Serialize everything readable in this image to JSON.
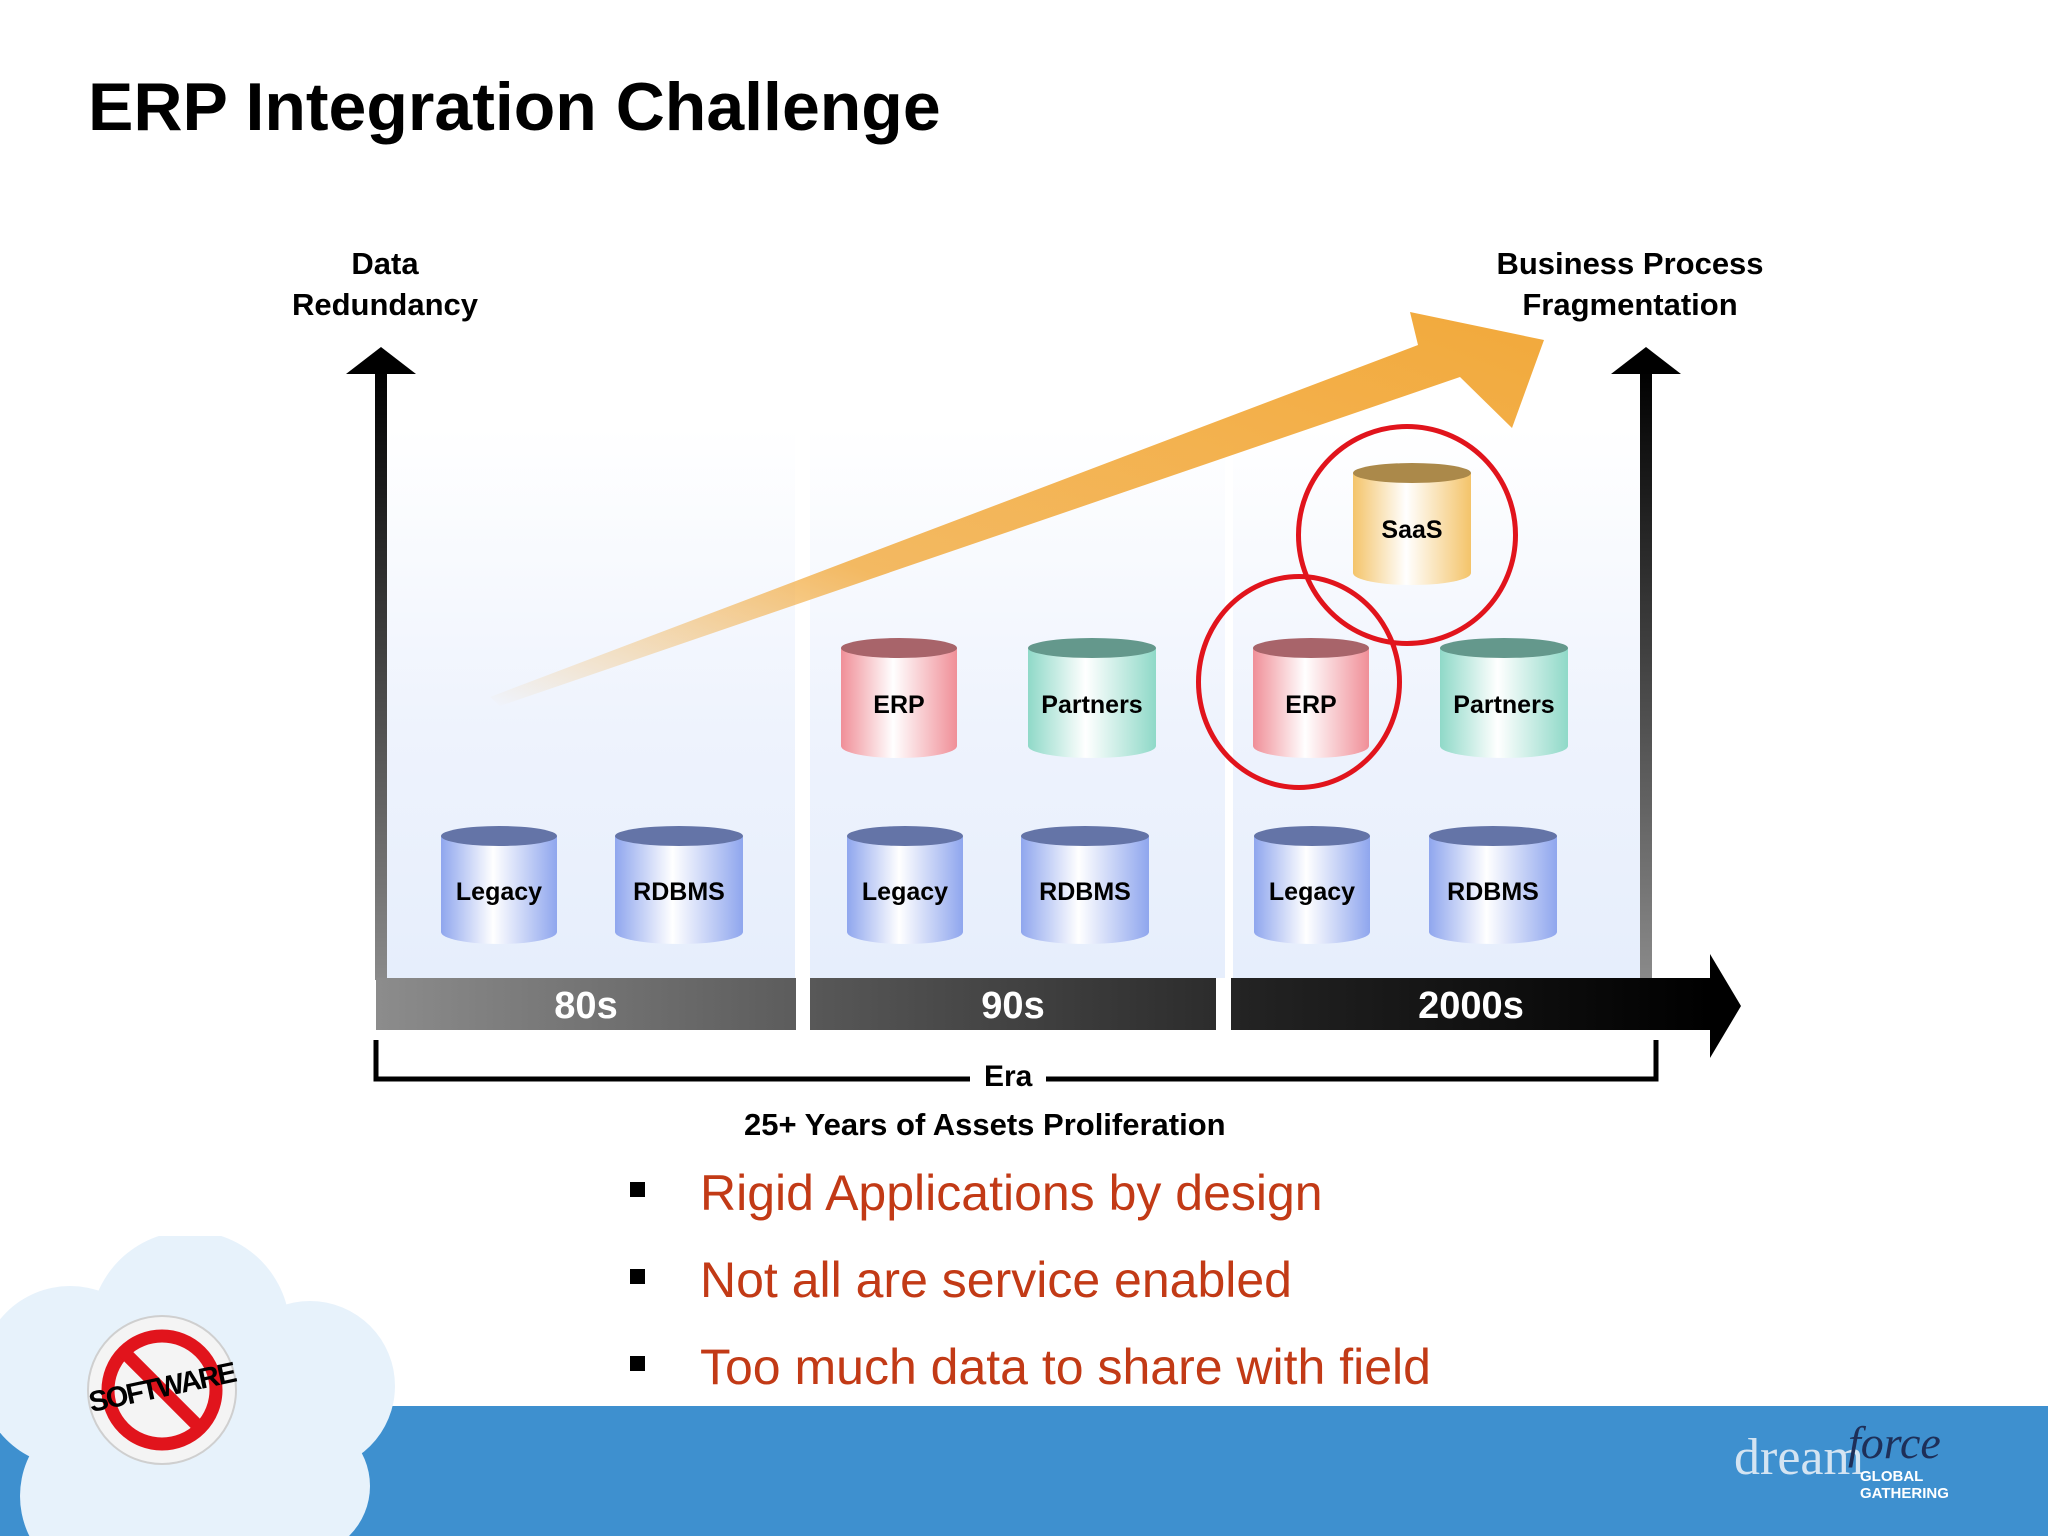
{
  "slide": {
    "title": "ERP Integration Challenge"
  },
  "axes": {
    "left_label_line1": "Data",
    "left_label_line2": "Redundancy",
    "right_label_line1": "Business Process",
    "right_label_line2": "Fragmentation"
  },
  "eras": [
    {
      "label": "80s",
      "databases": [
        {
          "label": "Legacy",
          "color": "#8fa6ee"
        },
        {
          "label": "RDBMS",
          "color": "#8fa6ee"
        }
      ]
    },
    {
      "label": "90s",
      "databases": [
        {
          "label": "Legacy",
          "color": "#8fa6ee"
        },
        {
          "label": "RDBMS",
          "color": "#8fa6ee"
        },
        {
          "label": "ERP",
          "color": "#f08f98"
        },
        {
          "label": "Partners",
          "color": "#8fd9c8"
        }
      ]
    },
    {
      "label": "2000s",
      "databases": [
        {
          "label": "Legacy",
          "color": "#8fa6ee"
        },
        {
          "label": "RDBMS",
          "color": "#8fa6ee"
        },
        {
          "label": "ERP",
          "color": "#f08f98",
          "circled": true
        },
        {
          "label": "Partners",
          "color": "#8fd9c8"
        },
        {
          "label": "SaaS",
          "color": "#f4c46a",
          "circled": true
        }
      ]
    }
  ],
  "bottom": {
    "era_label": "Era",
    "span_label": "25+ Years of Assets Proliferation"
  },
  "bullets": [
    "Rigid Applications by design",
    "Not all are service enabled",
    "Too much data to share with field"
  ],
  "branding": {
    "badge_text": "SOFTWARE",
    "logo_part1": "dream",
    "logo_part2": "force",
    "logo_tagline": "GLOBAL GATHERING"
  },
  "colors": {
    "highlight_ring": "#e1141c",
    "trend_arrow": "#f2a93b",
    "bullet_text": "#c23a16",
    "footer": "#3e90cf"
  }
}
